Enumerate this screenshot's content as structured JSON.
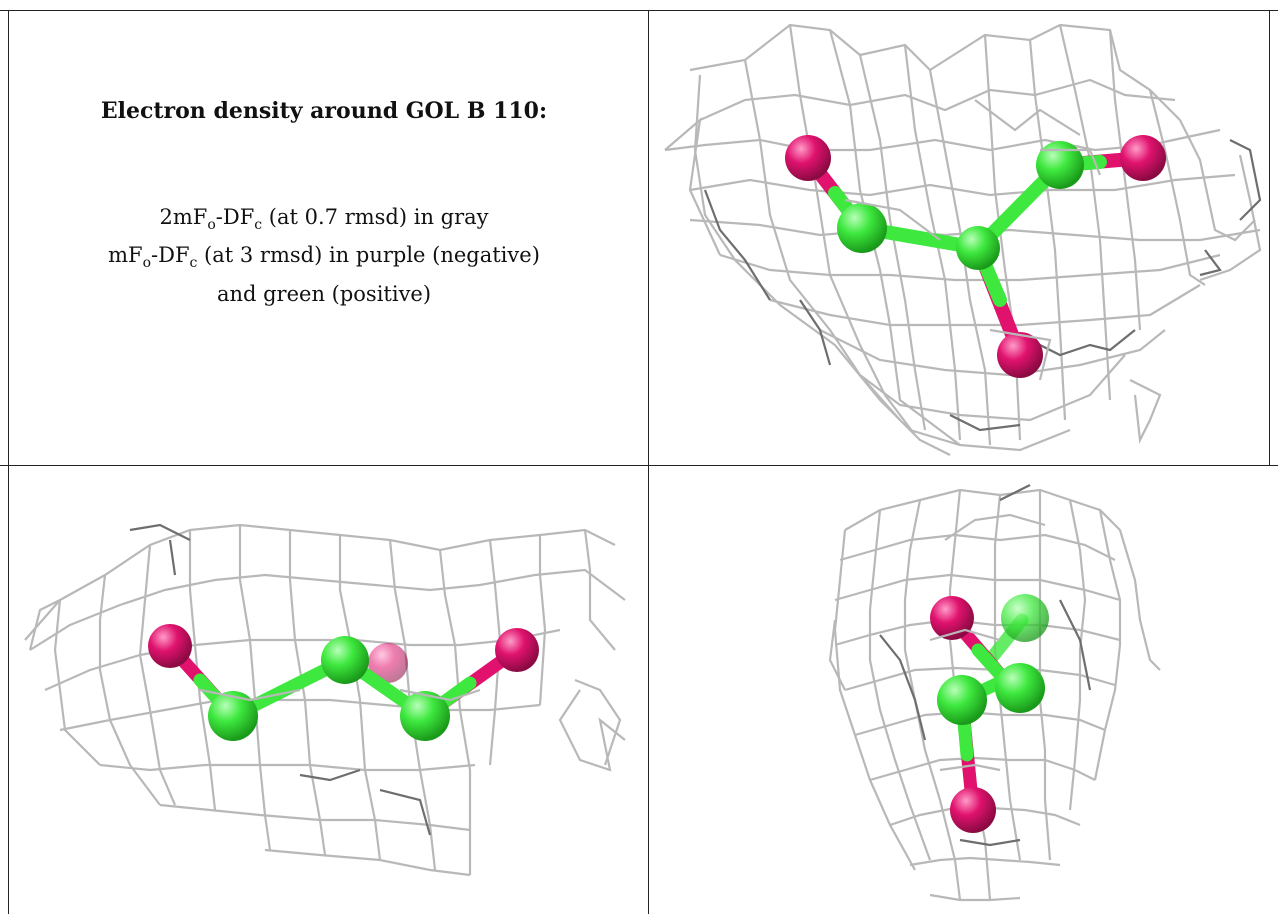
{
  "caption": {
    "title": "Electron density around GOL B 110:",
    "line1": {
      "pre": "2mF",
      "sub1": "o",
      "mid": "-DF",
      "sub2": "c",
      "post": " (at 0.7 rmsd) in gray"
    },
    "line2": {
      "pre": "mF",
      "sub1": "o",
      "mid": "-DF",
      "sub2": "c",
      "post": " (at 3 rmsd) in purple (negative)"
    },
    "line3": "and green (positive)"
  },
  "colors": {
    "mesh": "#b8b8b8",
    "mesh_dark": "#6e6e6e",
    "carbon": "#3ee83e",
    "oxygen": "#e0126e",
    "grid_lines": "#222222"
  },
  "panels": [
    {
      "name": "view-top-right"
    },
    {
      "name": "view-bottom-left"
    },
    {
      "name": "view-bottom-right"
    }
  ]
}
